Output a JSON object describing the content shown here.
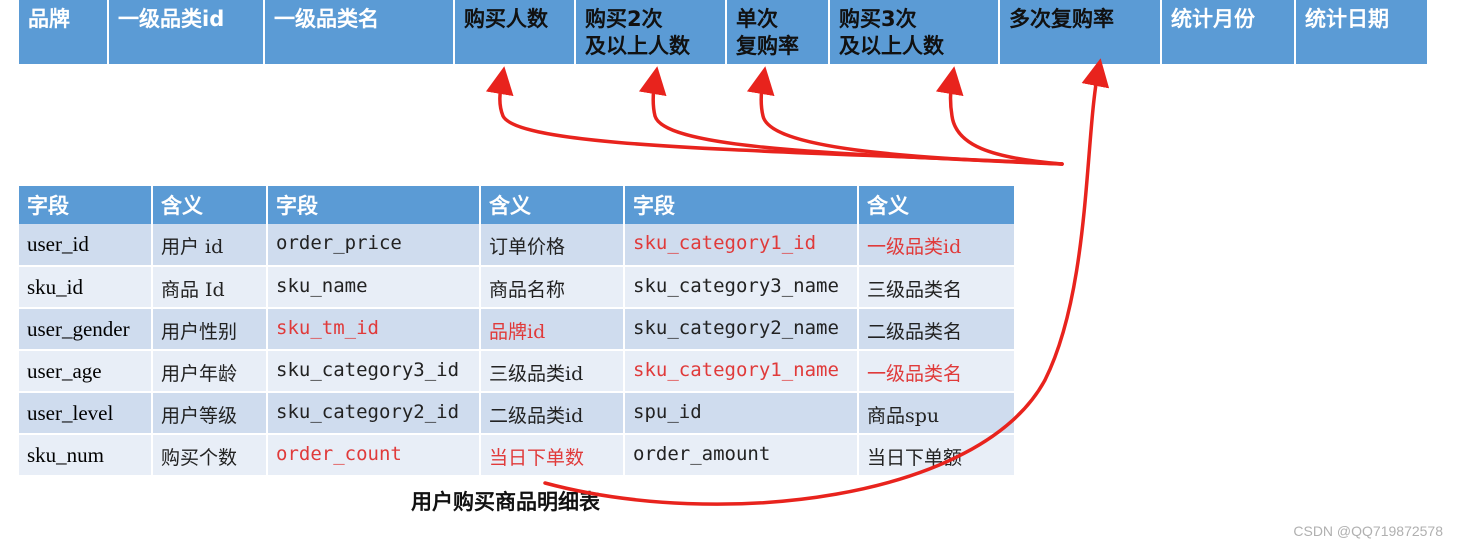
{
  "header_row": [
    {
      "label": "品牌"
    },
    {
      "label": "一级品类id"
    },
    {
      "label": "一级品类名"
    },
    {
      "label": "购买人数"
    },
    {
      "label": "购买2次\n及以上人数"
    },
    {
      "label": "单次\n复购率"
    },
    {
      "label": "购买3次\n及以上人数"
    },
    {
      "label": "多次复购率"
    },
    {
      "label": "统计月份"
    },
    {
      "label": "统计日期"
    }
  ],
  "field_table": {
    "headers": [
      "字段",
      "含义",
      "字段",
      "含义",
      "字段",
      "含义"
    ],
    "rows": [
      [
        "user_id",
        "用户 id",
        "order_price",
        "订单价格",
        "sku_category1_id",
        "一级品类id"
      ],
      [
        "sku_id",
        "商品 Id",
        "sku_name",
        "商品名称",
        "sku_category3_name",
        "三级品类名"
      ],
      [
        "user_gender",
        "用户性别",
        "sku_tm_id",
        "品牌id",
        "sku_category2_name",
        "二级品类名"
      ],
      [
        "user_age",
        "用户年龄",
        "sku_category3_id",
        "三级品类id",
        "sku_category1_name",
        "一级品类名"
      ],
      [
        "user_level",
        "用户等级",
        "sku_category2_id",
        "二级品类id",
        "spu_id",
        "商品spu"
      ],
      [
        "sku_num",
        "购买个数",
        "order_count",
        "当日下单数",
        "order_amount",
        "当日下单额"
      ]
    ],
    "highlighted": [
      "sku_category1_id",
      "一级品类id",
      "sku_tm_id",
      "品牌id",
      "sku_category1_name",
      "一级品类名",
      "order_count",
      "当日下单数"
    ]
  },
  "caption": "用户购买商品明细表",
  "watermark": "CSDN @QQ719872578",
  "colors": {
    "header_bg": "#5b9bd5",
    "row_odd": "#cfdcee",
    "row_even": "#e8eef7",
    "highlight": "#e03a3a",
    "arrow": "#e8231d"
  }
}
